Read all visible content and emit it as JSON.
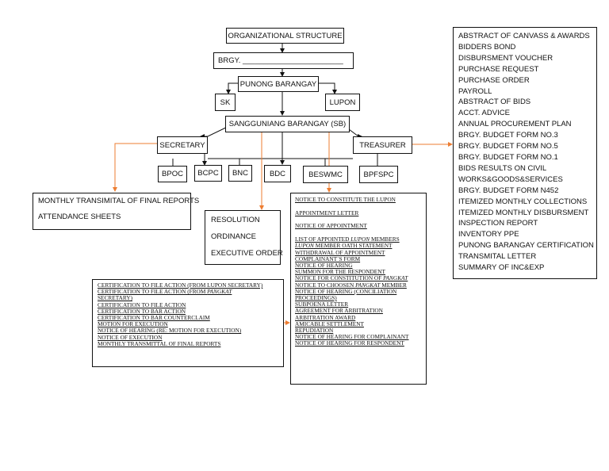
{
  "chart": {
    "top": "ORGANIZATIONAL STRUCTURE",
    "brgy": "BRGY. ________________________",
    "punong": "PUNONG BARANGAY",
    "sk": "SK",
    "lupon": "LUPON",
    "sb": "SANGGUNIANG BARANGAY (SB)",
    "secretary": "SECRETARY",
    "treasurer": "TREASURER",
    "committees": [
      "BPOC",
      "BCPC",
      "BNC",
      "BDC",
      "BESWMC",
      "BPFSPC"
    ]
  },
  "treasurer_docs": [
    "ABSTRACT OF CANVASS & AWARDS",
    "BIDDERS BOND",
    "DISBURSMENT VOUCHER",
    "PURCHASE REQUEST",
    "PURCHASE ORDER",
    "PAYROLL",
    "ABSTRACT OF BIDS",
    "ACCT. ADVICE",
    "ANNUAL PROCUREMENT PLAN",
    "BRGY. BUDGET FORM NO.3",
    "BRGY. BUDGET FORM NO.5",
    "BRGY. BUDGET FORM NO.1",
    "BIDS RESULTS ON CIVIL",
    "WORKS&GOODS&SERVICES",
    "BRGY. BUDGET FORM N452",
    "ITEMIZED MONTHLY COLLECTIONS",
    "ITEMIZED MONTHLY DISBURSMENT",
    "INSPECTION REPORT",
    "INVENTORY PPE",
    "PUNONG BARANGAY CERTIFICATION",
    "TRANSMITAL LETTER",
    "SUMMARY OF INC&EXP"
  ],
  "secretary_docs": [
    "MONTHLY TRANSIMITAL OF FINAL REPORTS",
    "ATTENDANCE SHEETS"
  ],
  "sb_docs": [
    "RESOLUTION",
    "ORDINANCE",
    "EXECUTIVE ORDER"
  ],
  "lupon_docs": {
    "items_a": [
      "NOTICE TO CONSTITUTE THE LUPON",
      "APPOINTMENT LETTER",
      "NOTICE OF APPOINTMENT"
    ],
    "appointed_pre": "LIST OF APPOINTED ",
    "appointed_it": "LUPON",
    "appointed_post": " MEMBERS",
    "oath_it": "LUPON",
    "oath_post": " MEMBER OATH STATEMENT",
    "items_b": [
      "WITHDRAWAL OF APPOINTMENT",
      "COMPLAINANT`S FORM",
      "NOTICE OF HEARING",
      "SUMMON FOR THE RESPONDENT"
    ],
    "constitution_pre": "NOTICE FOR CONSTITUTION OF ",
    "constitution_it": "PANGKAT",
    "choosen_pre": "NOTICE TO CHOOSEN ",
    "choosen_it": "PANGKAT",
    "choosen_post": " MEMBER",
    "items_c": [
      "NOTICE OF HEARING (CONCILIATION",
      "PROCEEDINGS)",
      "SUBPOENA LETTER",
      "AGREEMENT FOR ARBITRATION",
      "ARBITRATION AWARD",
      "AMICABLE SETTLEMENT",
      "REPUDIATION",
      "NOTICE OF HEARING FOR COMPLAINANT",
      "NOTICE OF HEARING FOR RESPONDENT"
    ]
  },
  "cert_docs": {
    "line1": "CERTIFICATION TO FILE ACTION (FROM LUPON SECRETARY)",
    "line2_pre": "CERTIFICATION TO FILE ACTION (FROM ",
    "line2_it": "PANGKAT",
    "line3": "SECRETARY)",
    "items": [
      "CERTIFICATION TO FILE ACTION",
      "CERTIFICATION TO BAR ACTION",
      "CERTIFICATION TO BAR COUNTERCLAIM",
      "MOTION FOR EXECUTION",
      "NOTICE OF HEARING (RE: MOTION FOR EXECUTION)",
      "NOTICE OF EXECUTION",
      "MONTHLY TRANSMITTAL OF FINAL REPORTS"
    ]
  },
  "colors": {
    "connector": "#111111",
    "accent_connector": "#ed7d31"
  }
}
